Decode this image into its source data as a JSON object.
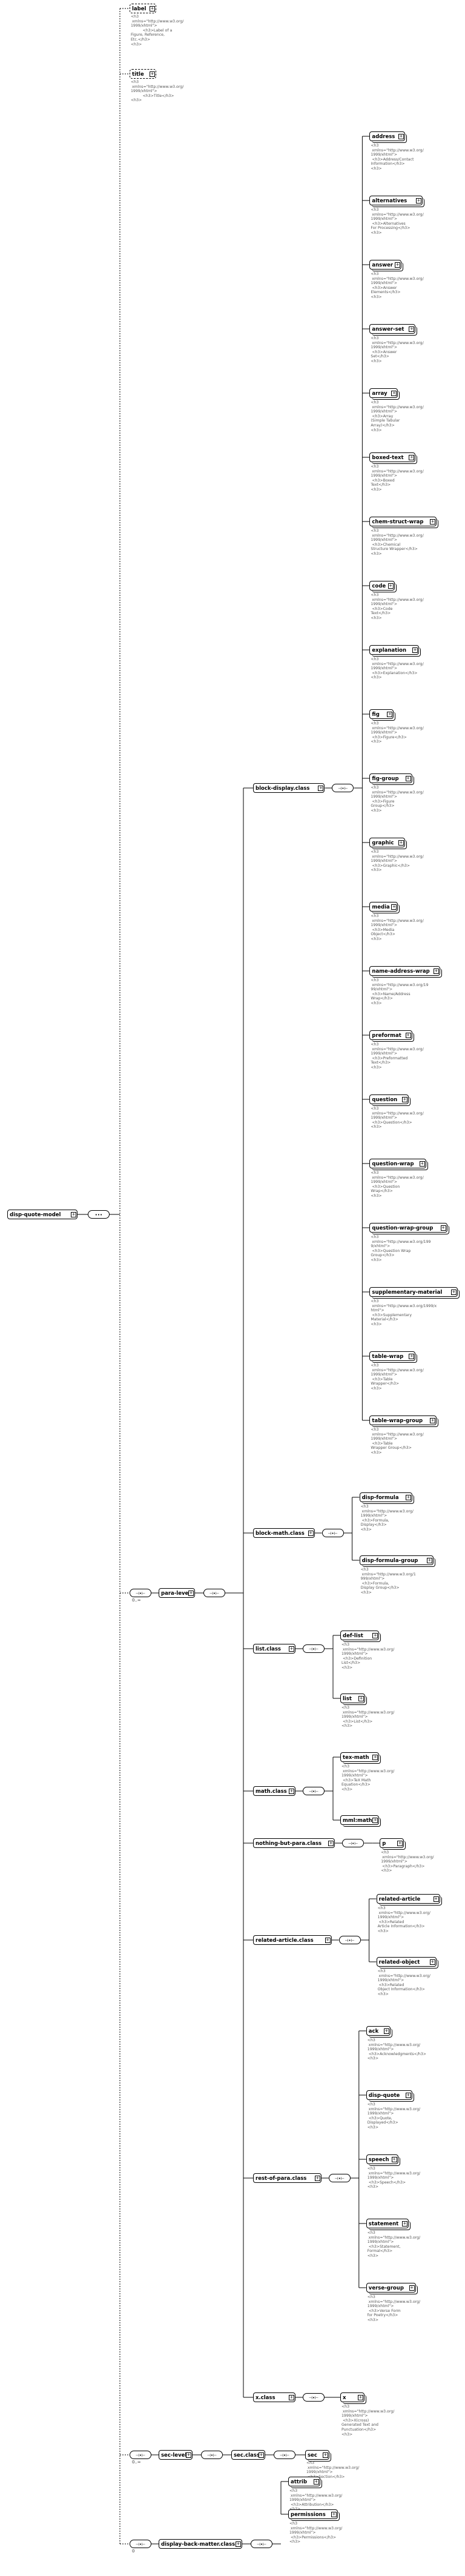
{
  "diagram": {
    "root": "disp-quote-model",
    "cardinality_unbounded": "0..∞",
    "cardinality_optional": "0",
    "top_elements": [
      {
        "name": "label",
        "ann": "<h3\n xmlns=\"http://www.w3.org/\n1999/xhtml\">\n          <h3>Label of a\nFigure, Reference,\nEtc.</h3>\n<h3>"
      },
      {
        "name": "title",
        "ann": "<h3\n xmlns=\"http://www.w3.org/\n1999/xhtml\">\n          <h3>Title</h3>\n<h3>"
      }
    ],
    "groups": [
      {
        "name": "block-display.class",
        "children": [
          {
            "name": "address",
            "ann": "<h3\n xmlns=\"http://www.w3.org/\n1999/xhtml\">\n <h3>Address/Contact\nInformation</h3>\n<h3>"
          },
          {
            "name": "alternatives",
            "ann": "<h3\n xmlns=\"http://www.w3.org/\n1999/xhtml\">\n <h3>Alternatives\nFor Processing</h3>\n<h3>"
          },
          {
            "name": "answer",
            "ann": "<h3\n xmlns=\"http://www.w3.org/\n1999/xhtml\">\n <h3>Answer\nElements</h3>\n<h3>"
          },
          {
            "name": "answer-set",
            "ann": "<h3\n xmlns=\"http://www.w3.org/\n1999/xhtml\">\n <h3>Answer\nSet</h3>\n<h3>"
          },
          {
            "name": "array",
            "ann": "<h3\n xmlns=\"http://www.w3.org/\n1999/xhtml\">\n <h3>Array\n(Simple Tabular\nArray)</h3>\n<h3>"
          },
          {
            "name": "boxed-text",
            "ann": "<h3\n xmlns=\"http://www.w3.org/\n1999/xhtml\">\n <h3>Boxed\nText</h3>\n<h3>"
          },
          {
            "name": "chem-struct-wrap",
            "ann": "<h3\n xmlns=\"http://www.w3.org/\n1999/xhtml\">\n <h3>Chemical\nStructure Wrapper</h3>\n<h3>"
          },
          {
            "name": "code",
            "ann": "<h3\n xmlns=\"http://www.w3.org/\n1999/xhtml\">\n <h3>Code\nText</h3>\n<h3>"
          },
          {
            "name": "explanation",
            "ann": "<h3\n xmlns=\"http://www.w3.org/\n1999/xhtml\">\n <h3>Explanation</h3>\n<h3>"
          },
          {
            "name": "fig",
            "ann": "<h3\n xmlns=\"http://www.w3.org/\n1999/xhtml\">\n <h3>Figure</h3>\n<h3>"
          },
          {
            "name": "fig-group",
            "ann": "<h3\n xmlns=\"http://www.w3.org/\n1999/xhtml\">\n <h3>Figure\nGroup</h3>\n<h3>"
          },
          {
            "name": "graphic",
            "ann": "<h3\n xmlns=\"http://www.w3.org/\n1999/xhtml\">\n <h3>Graphic</h3>\n<h3>"
          },
          {
            "name": "media",
            "ann": "<h3\n xmlns=\"http://www.w3.org/\n1999/xhtml\">\n <h3>Media\nObject</h3>\n<h3>"
          },
          {
            "name": "name-address-wrap",
            "ann": "<h3\n xmlns=\"http://www.w3.org/19\n99/xhtml\">\n <h3>Name/Address\nWrap</h3>\n<h3>"
          },
          {
            "name": "preformat",
            "ann": "<h3\n xmlns=\"http://www.w3.org/\n1999/xhtml\">\n <h3>Preformatted\nText</h3>\n<h3>"
          },
          {
            "name": "question",
            "ann": "<h3\n xmlns=\"http://www.w3.org/\n1999/xhtml\">\n <h3>Question</h3>\n<h3>"
          },
          {
            "name": "question-wrap",
            "ann": "<h3\n xmlns=\"http://www.w3.org/\n1999/xhtml\">\n <h3>Question\nWrap</h3>\n<h3>"
          },
          {
            "name": "question-wrap-group",
            "ann": "<h3\n xmlns=\"http://www.w3.org/199\n9/xhtml\">\n <h3>Question Wrap\nGroup</h3>\n<h3>"
          },
          {
            "name": "supplementary-material",
            "ann": "<h3\n xmlns=\"http://www.w3.org/1999/x\nhtml\">\n <h3>Supplementary\nMaterial</h3>\n<h3>"
          },
          {
            "name": "table-wrap",
            "ann": "<h3\n xmlns=\"http://www.w3.org/\n1999/xhtml\">\n <h3>Table\nWrapper</h3>\n<h3>"
          },
          {
            "name": "table-wrap-group",
            "ann": "<h3\n xmlns=\"http://www.w3.org/\n1999/xhtml\">\n <h3>Table\nWrapper Group</h3>\n<h3>"
          }
        ]
      },
      {
        "name": "block-math.class",
        "children": [
          {
            "name": "disp-formula",
            "ann": "<h3\n xmlns=\"http://www.w3.org/\n1999/xhtml\">\n <h3>Formula,\nDisplay</h3>\n<h3>"
          },
          {
            "name": "disp-formula-group",
            "ann": "<h3\n xmlns=\"http://www.w3.org/1\n999/xhtml\">\n <h3>Formula,\nDisplay Group</h3>\n<h3>"
          }
        ]
      },
      {
        "name": "list.class",
        "children": [
          {
            "name": "def-list",
            "ann": "<h3\n xmlns=\"http://www.w3.org/\n1999/xhtml\">\n <h3>Definition\nList</h3>\n<h3>"
          },
          {
            "name": "list",
            "ann": "<h3\n xmlns=\"http://www.w3.org/\n1999/xhtml\">\n <h3>List</h3>\n<h3>"
          }
        ]
      },
      {
        "name": "math.class",
        "children": [
          {
            "name": "tex-math",
            "ann": "<h3\n xmlns=\"http://www.w3.org/\n1999/xhtml\">\n <h3>TeX Math\nEquation</h3>\n<h3>"
          },
          {
            "name": "mml:math",
            "ann": ""
          }
        ]
      },
      {
        "name": "nothing-but-para.class",
        "children": [
          {
            "name": "p",
            "ann": "<h3\n xmlns=\"http://www.w3.org/\n1999/xhtml\">\n <h3>Paragraph</h3>\n<h3>"
          }
        ]
      },
      {
        "name": "related-article.class",
        "children": [
          {
            "name": "related-article",
            "ann": "<h3\n xmlns=\"http://www.w3.org/\n1999/xhtml\">\n <h3>Related\nArticle Information</h3>\n<h3>"
          },
          {
            "name": "related-object",
            "ann": "<h3\n xmlns=\"http://www.w3.org/\n1999/xhtml\">\n <h3>Related\nObject Information</h3>\n<h3>"
          }
        ]
      },
      {
        "name": "rest-of-para.class",
        "children": [
          {
            "name": "ack",
            "ann": "<h3\n xmlns=\"http://www.w3.org/\n1999/xhtml\">\n <h3>Acknowledgments</h3>\n<h3>"
          },
          {
            "name": "disp-quote",
            "ann": "<h3\n xmlns=\"http://www.w3.org/\n1999/xhtml\">\n <h3>Quote,\nDisplayed</h3>\n<h3>"
          },
          {
            "name": "speech",
            "ann": "<h3\n xmlns=\"http://www.w3.org/\n1999/xhtml\">\n <h3>Speech</h3>\n<h3>"
          },
          {
            "name": "statement",
            "ann": "<h3\n xmlns=\"http://www.w3.org/\n1999/xhtml\">\n <h3>Statement,\nFormal</h3>\n<h3>"
          },
          {
            "name": "verse-group",
            "ann": "<h3\n xmlns=\"http://www.w3.org/\n1999/xhtml\">\n <h3>Verse Form\nfor Poetry</h3>\n<h3>"
          }
        ]
      },
      {
        "name": "x.class",
        "children": [
          {
            "name": "x",
            "ann": "<h3\n xmlns=\"http://www.w3.org/\n1999/xhtml\">\n <h3>X(cross)\nGenerated Text and\nPunctuation</h3>\n<h3>"
          }
        ]
      }
    ],
    "para_level": "para-level",
    "sec_level": "sec-level",
    "sec_class": "sec.class",
    "sec_child": {
      "name": "sec",
      "ann": "<h3\n xmlns=\"http://www.w3.org/\n1999/xhtml\">\n <h3>Section</h3>\n<h3>"
    },
    "back_matter": "display-back-matter.class",
    "back_children": [
      {
        "name": "attrib",
        "ann": "<h3\n xmlns=\"http://www.w3.org/\n1999/xhtml\">\n <h3>Attribution</h3>\n<h3>"
      },
      {
        "name": "permissions",
        "ann": "<h3\n xmlns=\"http://www.w3.org/\n1999/xhtml\">\n <h3>Permissions</h3>\n<h3>"
      }
    ]
  }
}
